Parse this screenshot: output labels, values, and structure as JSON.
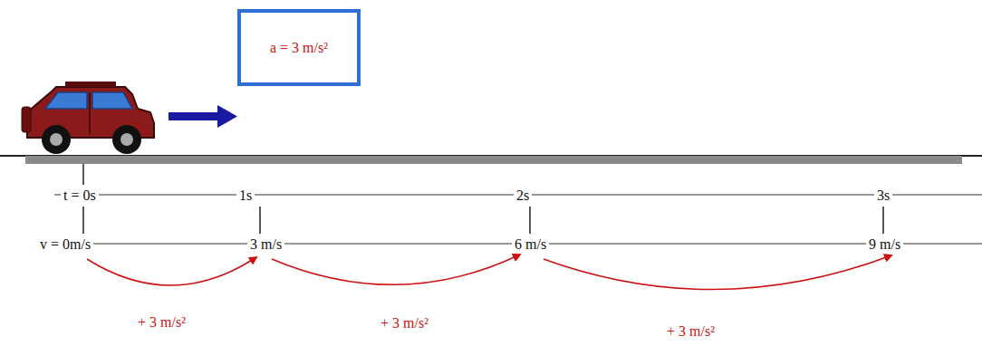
{
  "diagram": {
    "nodes": [
      {
        "text": [
          "a = 3 m/s²"
        ]
      }
    ],
    "labels": [
      "t = 0s",
      "1s",
      "2s",
      "3s",
      "v = 0m/s",
      "3 m/s",
      "6 m/s",
      "9 m/s",
      "+ 3 m/s²",
      "+ 3 m/s²",
      "+ 3 m/s²"
    ]
  }
}
